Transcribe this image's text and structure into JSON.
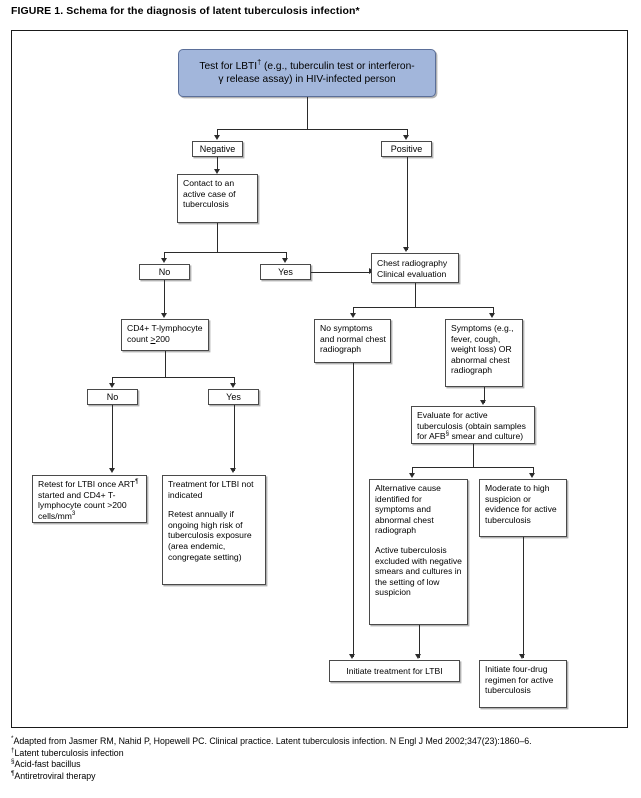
{
  "figure": {
    "title": "FIGURE 1. Schema for the diagnosis of latent tuberculosis infection*"
  },
  "colors": {
    "root_fill": "#a2b6db",
    "root_border": "#5b6f99",
    "node_border": "#4a4a4a",
    "connector": "#2b2b2b",
    "frame": "#1a1a1a",
    "background": "#ffffff"
  },
  "nodes": {
    "root": {
      "line1_a": "Test for LBTI",
      "line1_sup": "†",
      "line1_b": " (e.g., tuberculin test or interferon-",
      "line2": "γ release assay) in HIV-infected person"
    },
    "negative": "Negative",
    "positive": "Positive",
    "contact_case": "Contact to an active case of tuberculosis",
    "branch1_no": "No",
    "branch1_yes": "Yes",
    "chest_radiography": "Chest radiography Clinical evaluation",
    "chest_radiography_l1": "Chest radiography",
    "chest_radiography_l2": "Clinical evaluation",
    "cd4_count_a": "CD4+ T-lymphocyte count ",
    "cd4_count_gte": ">",
    "cd4_count_b": "200",
    "branch2_no": "No",
    "branch2_yes": "Yes",
    "no_symptoms": "No symptoms and normal chest radiograph",
    "symptoms": "Symptoms (e.g., fever, cough, weight loss) OR abnormal chest radiograph",
    "evaluate_active_a": "Evaluate for active tuberculosis (obtain samples for AFB",
    "evaluate_active_sup": "§",
    "evaluate_active_b": " smear and culture)",
    "retest_ltbi_a": "Retest for LTBI once ART",
    "retest_ltbi_sup": "¶",
    "retest_ltbi_b": " started and CD4+ T-lymphocyte count >200 cells/mm",
    "retest_ltbi_sup3": "3",
    "treatment_not_indicated_p1": "Treatment for LTBI not indicated",
    "treatment_not_indicated_p2": "Retest annually if ongoing high risk of tuberculosis exposure (area endemic, congregate setting)",
    "alternative_cause_p1": "Alternative cause identified for symptoms and abnormal chest radiograph",
    "alternative_cause_p2": "Active tuberculosis excluded with negative smears and cultures in the setting of low suspicion",
    "moderate_high": "Moderate to high suspicion or evidence for active tuberculosis",
    "initiate_ltbi": "Initiate treatment for LTBI",
    "initiate_four_drug": "Initiate four-drug regimen for active tuberculosis"
  },
  "footnotes": [
    {
      "marker": "*",
      "text": "Adapted from Jasmer RM, Nahid P, Hopewell PC. Clinical practice. Latent tuberculosis infection. N Engl J Med 2002;347(23):1860–6."
    },
    {
      "marker": "†",
      "text": "Latent tuberculosis infection"
    },
    {
      "marker": "§",
      "text": "Acid-fast bacillus"
    },
    {
      "marker": "¶",
      "text": "Antiretroviral therapy"
    }
  ]
}
